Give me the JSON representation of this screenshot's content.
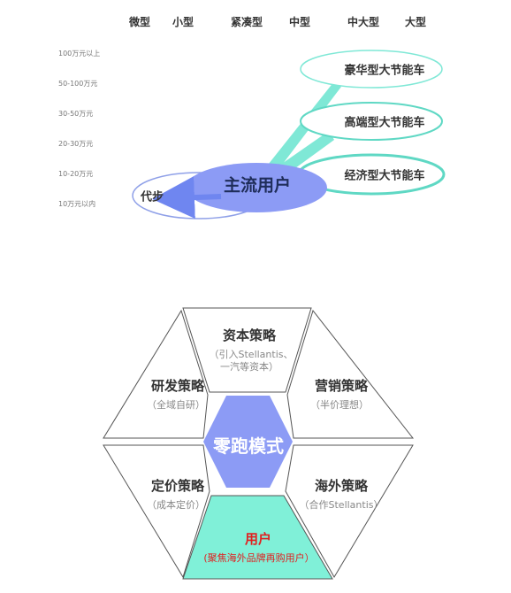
{
  "positioning_chart": {
    "columns": [
      "微型",
      "小型",
      "紧凑型",
      "中型",
      "中大型",
      "大型"
    ],
    "price_bands": [
      "100万元以上",
      "50-100万元",
      "30-50万元",
      "20-30万元",
      "10-20万元",
      "10万元以内"
    ],
    "core_segment": "主流用户",
    "entry_segment": "代步",
    "target_segments": [
      "豪华型大节能车",
      "高端型大节能车",
      "经济型大节能车"
    ],
    "colors": {
      "core_fill": "#8c9bf5",
      "entry_outline": "#8fa0e8",
      "arrow_teal": "#7fe8d6",
      "ellipse_teal": "#5fd8c4",
      "arrow_blue": "#6f86f0"
    }
  },
  "strategy_hexagon": {
    "center": "零跑模式",
    "segments": {
      "capital": {
        "title": "资本策略",
        "note_line1": "（引入Stellantis、",
        "note_line2": "一汽等资本）"
      },
      "rnd": {
        "title": "研发策略",
        "note": "（全域自研）"
      },
      "marketing": {
        "title": "营销策略",
        "note": "（半价理想）"
      },
      "pricing": {
        "title": "定价策略",
        "note": "（成本定价）"
      },
      "overseas": {
        "title": "海外策略",
        "note": "（合作Stellantis）"
      },
      "user": {
        "title": "用户",
        "note": "(聚焦海外品牌再购用户）"
      }
    },
    "colors": {
      "center_fill": "#8c9bf5",
      "user_fill": "#80f0d8",
      "user_text": "#e02020",
      "outline": "#555555"
    }
  }
}
